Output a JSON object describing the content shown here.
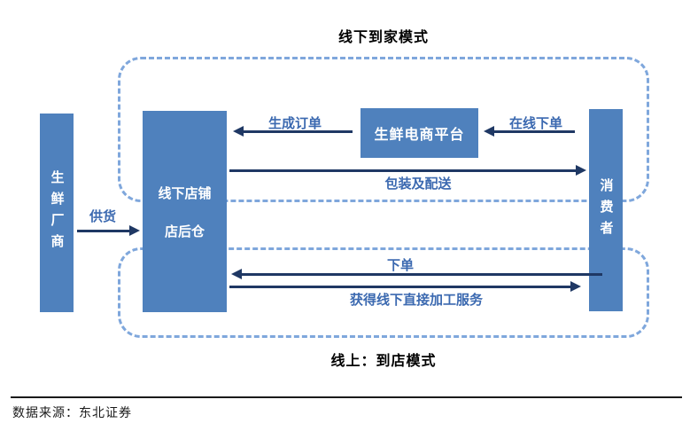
{
  "diagram": {
    "top_section_title": "线下到家模式",
    "bottom_section_title": "线上：到店模式",
    "nodes": {
      "producer": "生鲜厂商",
      "store_line1": "线下店铺",
      "store_line2": "店后仓",
      "platform": "生鲜电商平台",
      "consumer": "消费者"
    },
    "arrows": {
      "supply": "供货",
      "generate_order": "生成订单",
      "online_order": "在线下单",
      "packaging_delivery": "包装及配送",
      "place_order": "下单",
      "offline_processing": "获得线下直接加工服务"
    },
    "colors": {
      "node_fill": "#4F81BD",
      "dashed_border": "#7FA7DC",
      "arrow": "#1F3864",
      "label": "#3B69B0"
    }
  },
  "footer": {
    "source": "数据来源：东北证券"
  }
}
